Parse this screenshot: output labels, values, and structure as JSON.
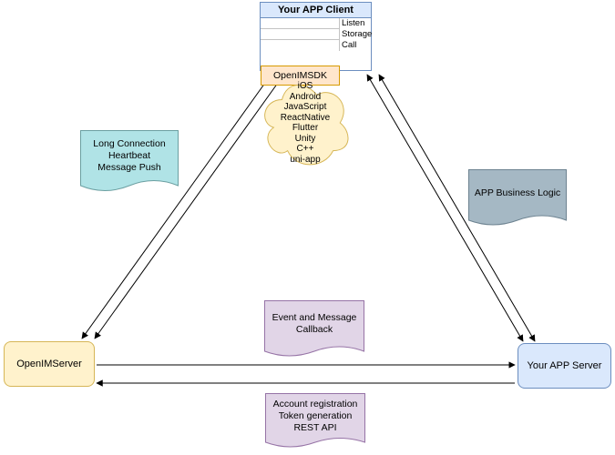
{
  "client": {
    "title": "Your APP Client",
    "rows": [
      "Listen",
      "Storage",
      "Call"
    ],
    "sdk_label": "OpenIMSDK"
  },
  "cloud_platforms": [
    "iOS",
    "Android",
    "JavaScript",
    "ReactNative",
    "Flutter",
    "Unity",
    "C++",
    "uni-app"
  ],
  "notes": {
    "long_connection": "Long Connection\nHeartbeat\nMessage Push",
    "app_business_logic": "APP Business Logic",
    "event_callback": "Event and Message\nCallback",
    "account_rest": "Account registration\nToken generation\nREST API"
  },
  "servers": {
    "openim": "OpenIMServer",
    "app": "Your APP Server"
  },
  "palette": {
    "client_header_fill": "#dae8fc",
    "client_border": "#6c8ebf",
    "sdk_fill": "#ffe6cc",
    "sdk_border": "#d79b00",
    "cloud_fill": "#fff2cc",
    "cloud_border": "#d6b656",
    "teal_note_fill": "#b0e3e6",
    "gray_note_fill": "#a5b8c4",
    "purple_note_fill": "#e1d5e7",
    "purple_note_border": "#9673a6",
    "yellow_box_fill": "#fff2cc",
    "blue_box_fill": "#dae8fc",
    "arrow_color": "#000000"
  }
}
